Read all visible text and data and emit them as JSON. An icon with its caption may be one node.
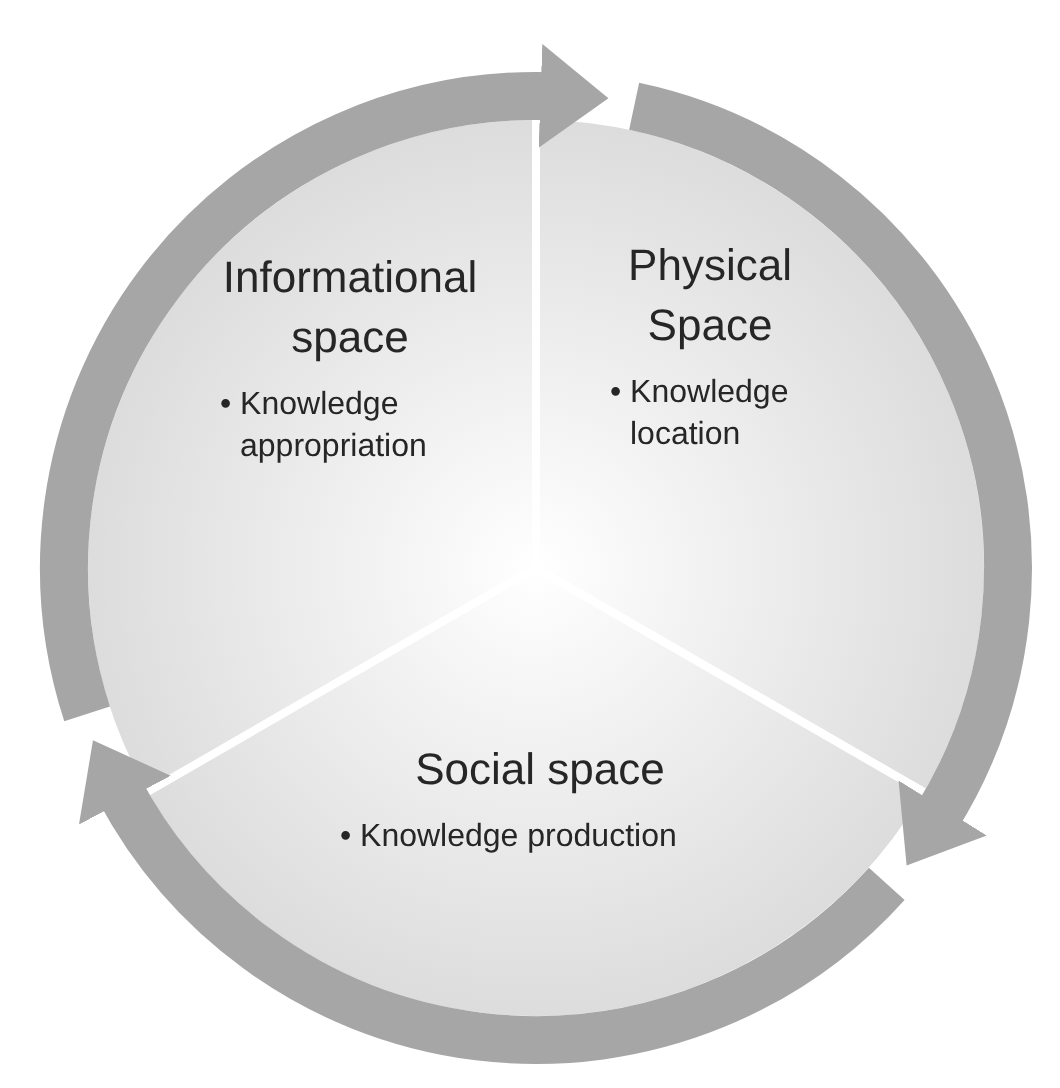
{
  "diagram": {
    "nodes": [
      {
        "text": [
          "Informational space",
          "• Knowledge appropriation"
        ]
      },
      {
        "text": [
          "Physical Space",
          "• Knowledge location"
        ]
      },
      {
        "text": [
          "Social space",
          "• Knowledge production"
        ]
      }
    ],
    "edges": [
      {
        "from": 0,
        "to": 1,
        "arrow": "to"
      },
      {
        "from": 1,
        "to": 2,
        "arrow": "to"
      },
      {
        "from": 2,
        "to": 0,
        "arrow": "to"
      }
    ]
  }
}
